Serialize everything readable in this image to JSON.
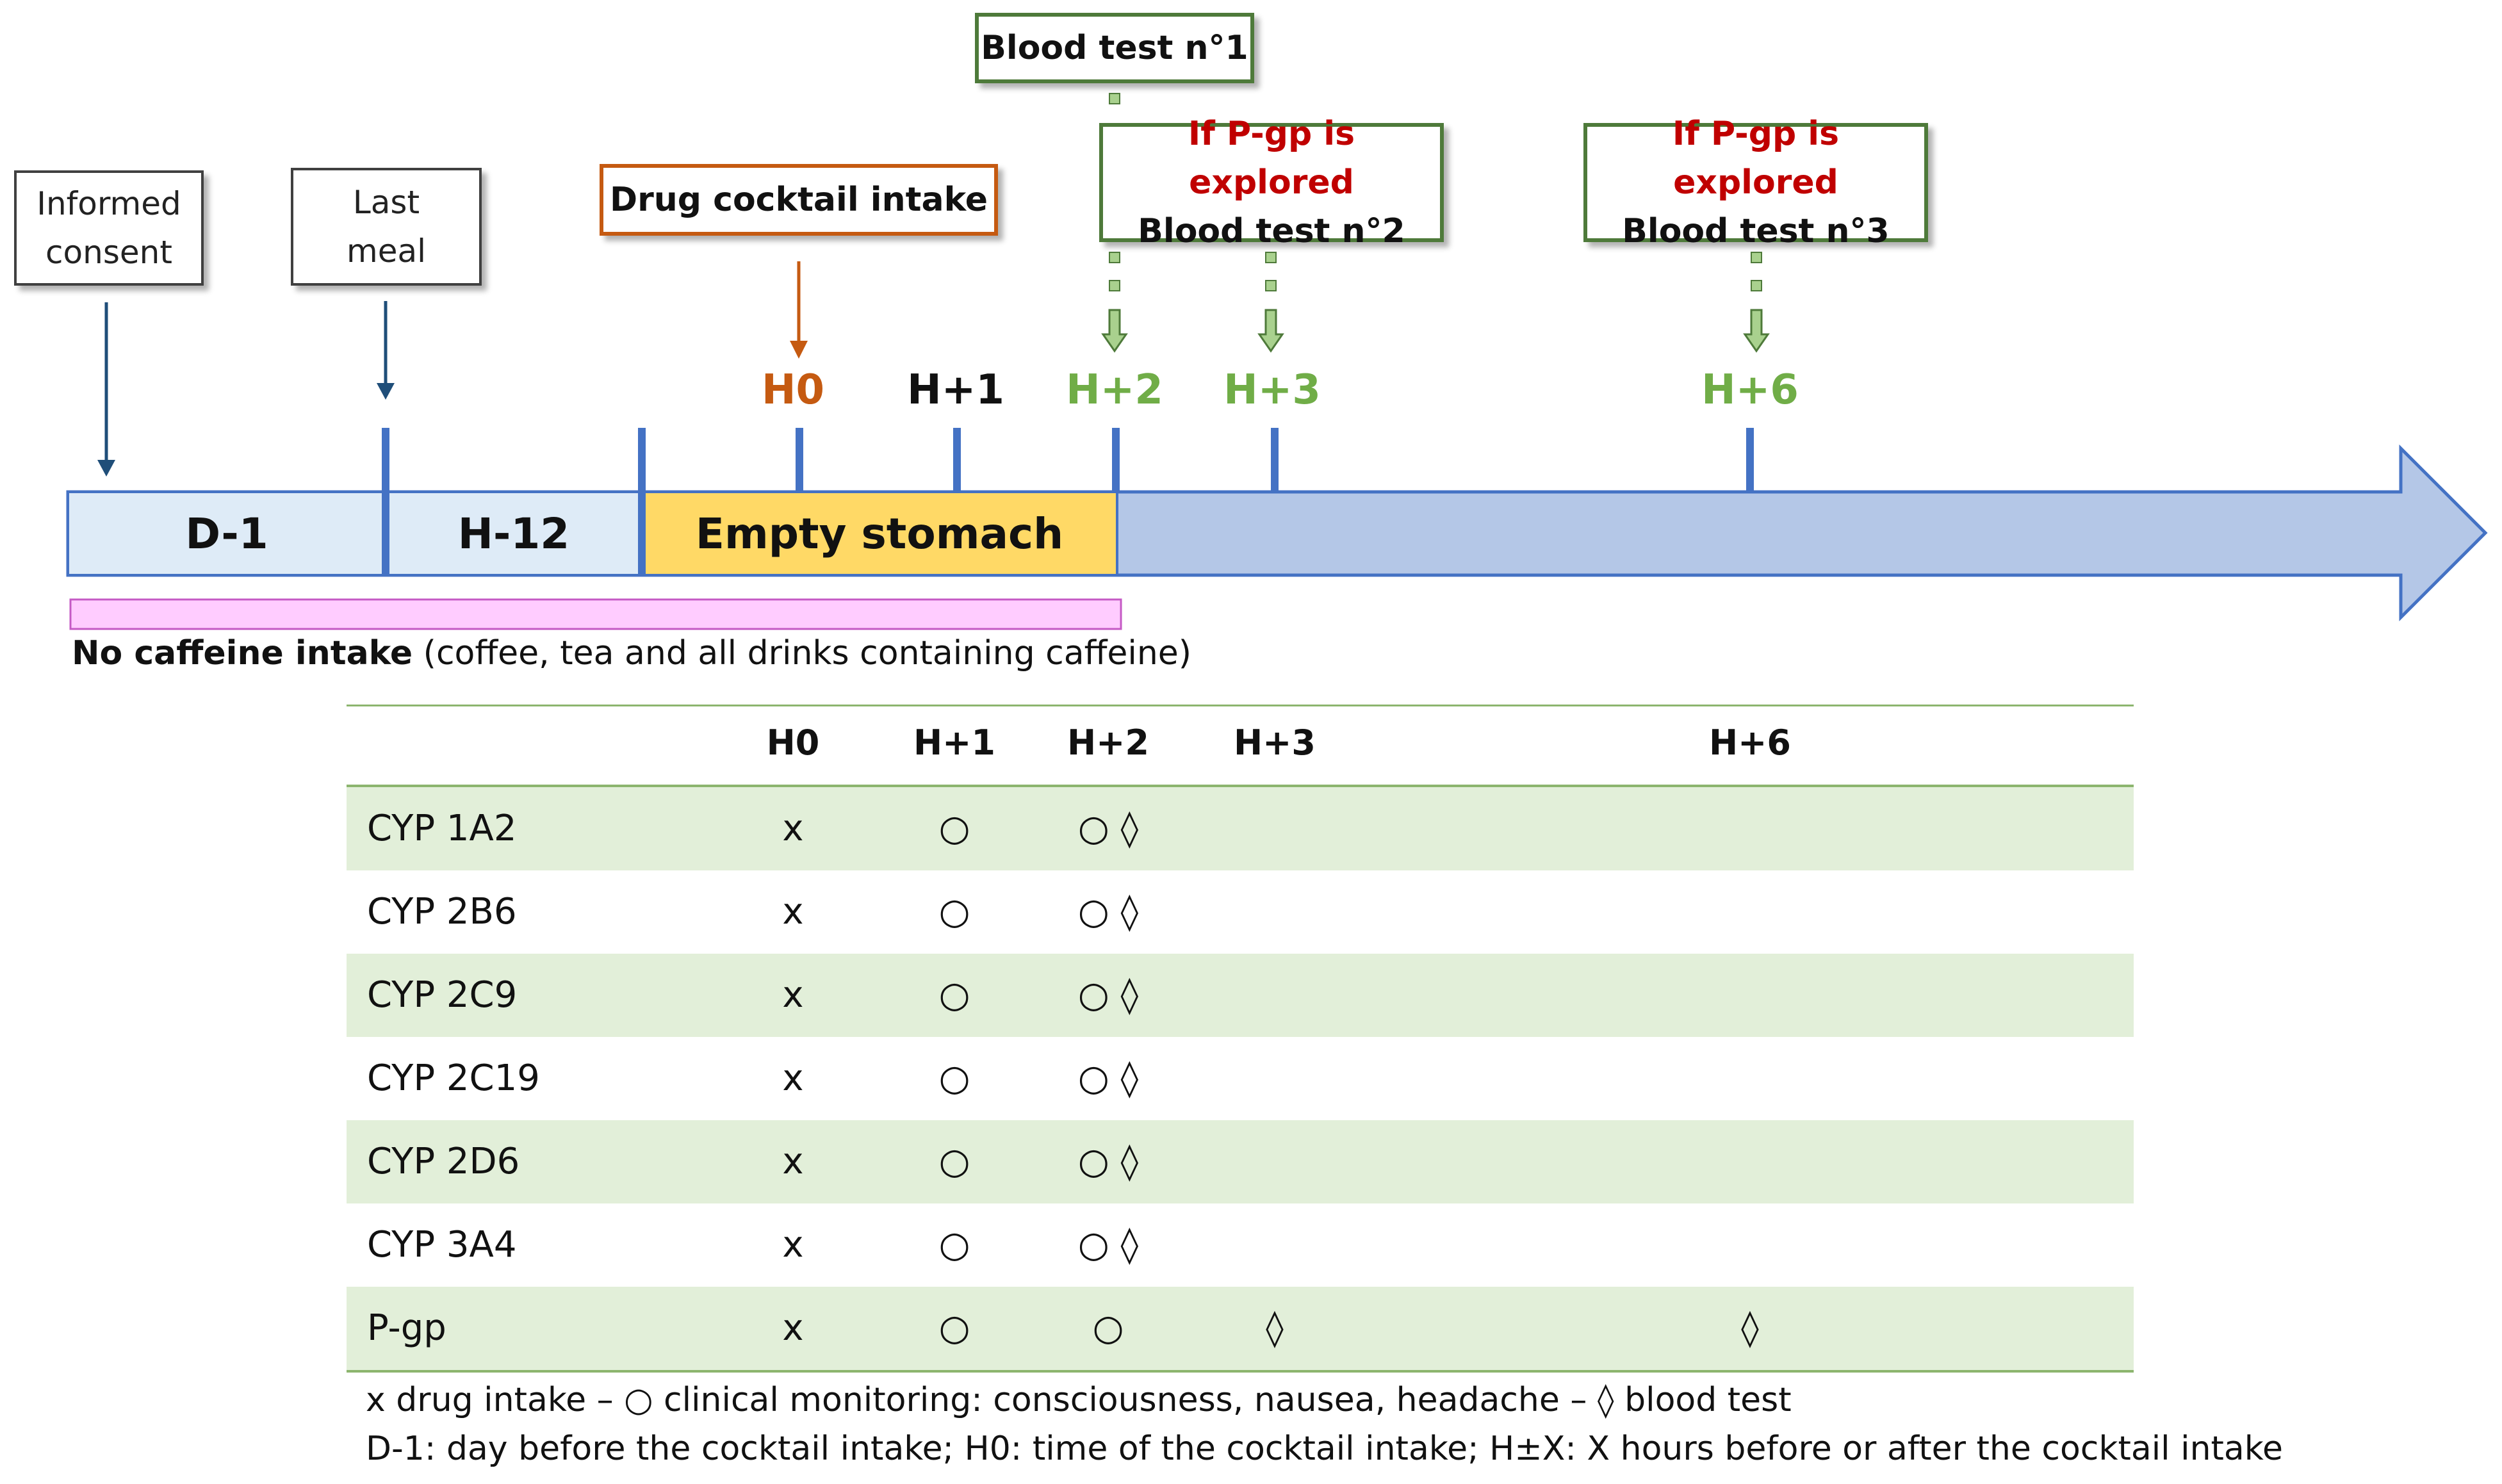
{
  "colors": {
    "navy": "#1f4e79",
    "timeline_blue": "#4472c4",
    "orange": "#c55a11",
    "green": "#70ad47",
    "dark_green": "#4e7a3a",
    "red": "#c00000",
    "light_blue": "#deebf7",
    "arrow_blue": "#b4c7e7",
    "yellow": "#ffd966",
    "pink": "#ffccff",
    "table_shade": "#e2efd9"
  },
  "boxes": {
    "informed_consent": [
      "Informed",
      "consent"
    ],
    "last_meal": [
      "Last",
      "meal"
    ],
    "drug_cocktail": "Drug cocktail intake",
    "blood_test_1": "Blood test n°1",
    "blood_test_2": {
      "condition": "If P-gp is explored",
      "label": "Blood test n°2"
    },
    "blood_test_3": {
      "condition": "If P-gp is explored",
      "label": "Blood test n°3"
    }
  },
  "time_labels": {
    "h0": "H0",
    "h1": "H+1",
    "h2": "H+2",
    "h3": "H+3",
    "h6": "H+6"
  },
  "timeline": {
    "d1": "D-1",
    "h12": "H-12",
    "empty_stomach": "Empty stomach"
  },
  "caffeine": {
    "bold": "No caffeine intake",
    "rest": " (coffee, tea and all drinks containing caffeine)"
  },
  "table": {
    "columns": [
      "H0",
      "H+1",
      "H+2",
      "H+3",
      "H+6"
    ],
    "rows": [
      {
        "name": "CYP 1A2",
        "h0": "x",
        "h1": "○",
        "h2": "○ ◊",
        "h3": "",
        "h6": ""
      },
      {
        "name": "CYP 2B6",
        "h0": "x",
        "h1": "○",
        "h2": "○ ◊",
        "h3": "",
        "h6": ""
      },
      {
        "name": "CYP 2C9",
        "h0": "x",
        "h1": "○",
        "h2": "○ ◊",
        "h3": "",
        "h6": ""
      },
      {
        "name": "CYP 2C19",
        "h0": "x",
        "h1": "○",
        "h2": "○ ◊",
        "h3": "",
        "h6": ""
      },
      {
        "name": "CYP 2D6",
        "h0": "x",
        "h1": "○",
        "h2": "○ ◊",
        "h3": "",
        "h6": ""
      },
      {
        "name": "CYP 3A4",
        "h0": "x",
        "h1": "○",
        "h2": "○ ◊",
        "h3": "",
        "h6": ""
      },
      {
        "name": "P-gp",
        "h0": "x",
        "h1": "○",
        "h2": "○",
        "h3": "◊",
        "h6": "◊"
      }
    ]
  },
  "legend": {
    "line1": "x drug intake – ○ clinical monitoring: consciousness, nausea, headache – ◊ blood test",
    "line2": "D-1: day before the cocktail intake; H0: time of the cocktail intake; H±X: X hours before or after the cocktail intake"
  }
}
